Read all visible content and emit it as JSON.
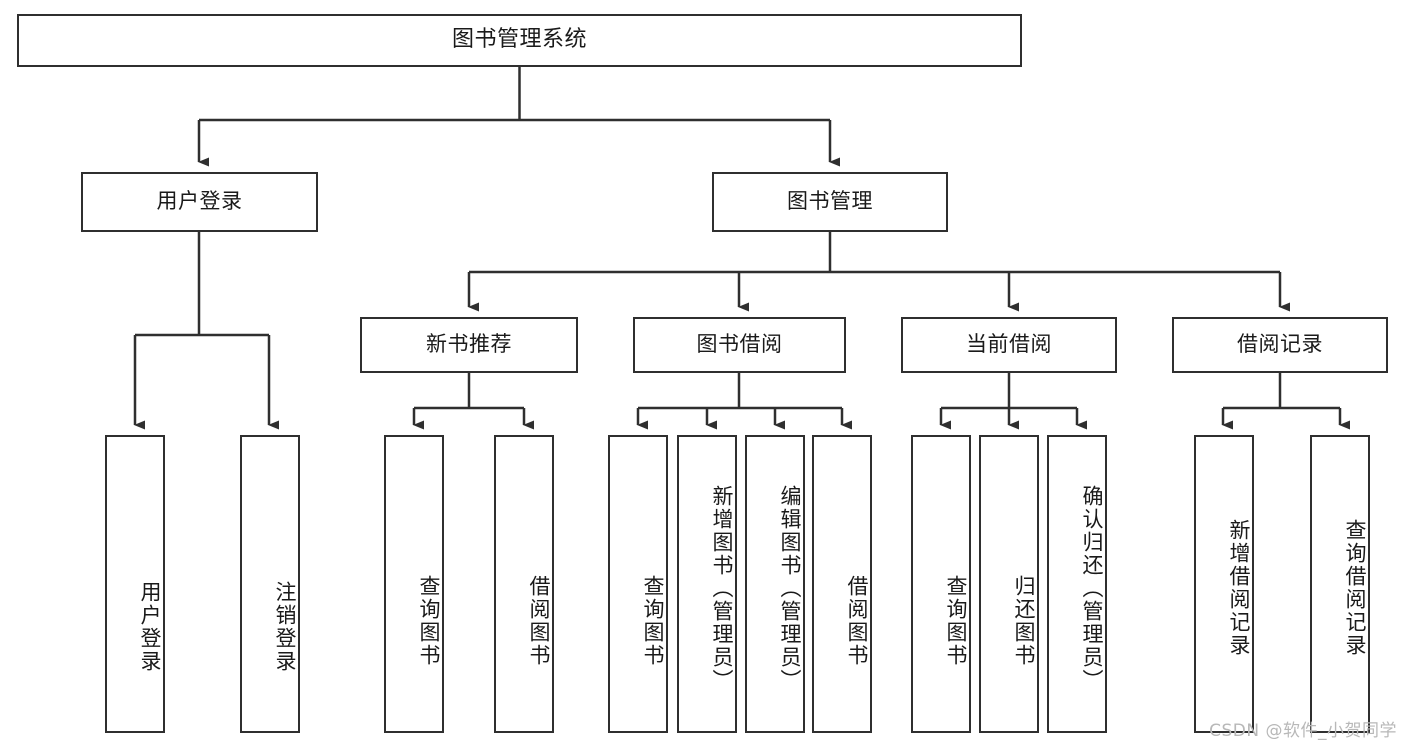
{
  "diagram": {
    "title": "图书管理系统",
    "type": "hierarchy-tree",
    "colors": {
      "box_border": "#2f2f2f",
      "box_fill": "#ffffff",
      "connector": "#2f2f2f",
      "watermark": "#b8b8b8",
      "background": "#ffffff"
    },
    "root": {
      "label": "图书管理系统"
    },
    "level2": [
      {
        "label": "用户登录"
      },
      {
        "label": "图书管理"
      }
    ],
    "level3": [
      {
        "label": "新书推荐"
      },
      {
        "label": "图书借阅"
      },
      {
        "label": "当前借阅"
      },
      {
        "label": "借阅记录"
      }
    ],
    "leaves": {
      "user_login": [
        {
          "label": "用户登录"
        },
        {
          "label": "注销登录"
        }
      ],
      "new_book_recommend": [
        {
          "label": "查询图书"
        },
        {
          "label": "借阅图书"
        }
      ],
      "book_borrow": [
        {
          "label": "查询图书"
        },
        {
          "label": "新增图书（管理员）"
        },
        {
          "label": "编辑图书（管理员）"
        },
        {
          "label": "借阅图书"
        }
      ],
      "current_borrow": [
        {
          "label": "查询图书"
        },
        {
          "label": "归还图书"
        },
        {
          "label": "确认归还（管理员）"
        }
      ],
      "borrow_record": [
        {
          "label": "新增借阅记录"
        },
        {
          "label": "查询借阅记录"
        }
      ]
    }
  },
  "watermark": {
    "text": "CSDN @软件_小贺同学"
  }
}
